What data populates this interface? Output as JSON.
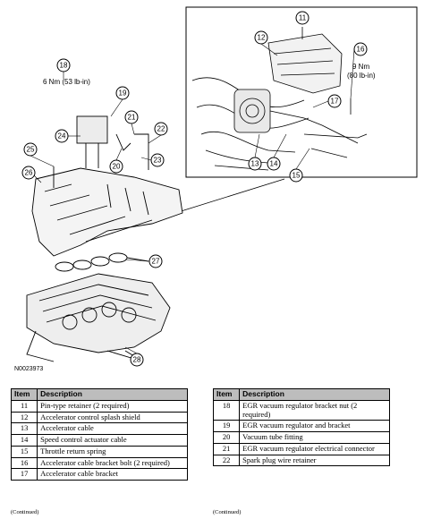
{
  "figure": {
    "id": "N0023973",
    "torque_labels": {
      "t18": "6 Nm (53 lb-in)",
      "t16_nm": "9 Nm",
      "t16_lb": "(80 lb-in)"
    },
    "callouts": [
      "11",
      "12",
      "16",
      "17",
      "13",
      "14",
      "15",
      "18",
      "19",
      "21",
      "22",
      "24",
      "25",
      "26",
      "20",
      "23",
      "27",
      "28"
    ]
  },
  "tables": {
    "header_item": "Item",
    "header_desc": "Description",
    "continued": "(Continued)",
    "left": [
      {
        "item": "11",
        "desc": "Pin-type retainer (2 required)"
      },
      {
        "item": "12",
        "desc": "Accelerator control splash shield"
      },
      {
        "item": "13",
        "desc": "Accelerator cable"
      },
      {
        "item": "14",
        "desc": "Speed control actuator cable"
      },
      {
        "item": "15",
        "desc": "Throttle return spring"
      },
      {
        "item": "16",
        "desc": "Accelerator cable bracket bolt (2 required)"
      },
      {
        "item": "17",
        "desc": "Accelerator cable bracket"
      }
    ],
    "right": [
      {
        "item": "18",
        "desc": "EGR vacuum regulator bracket nut (2 required)"
      },
      {
        "item": "19",
        "desc": "EGR vacuum regulator and bracket"
      },
      {
        "item": "20",
        "desc": "Vacuum tube fitting"
      },
      {
        "item": "21",
        "desc": "EGR vacuum regulator electrical connector"
      },
      {
        "item": "22",
        "desc": "Spark plug wire retainer"
      }
    ]
  }
}
